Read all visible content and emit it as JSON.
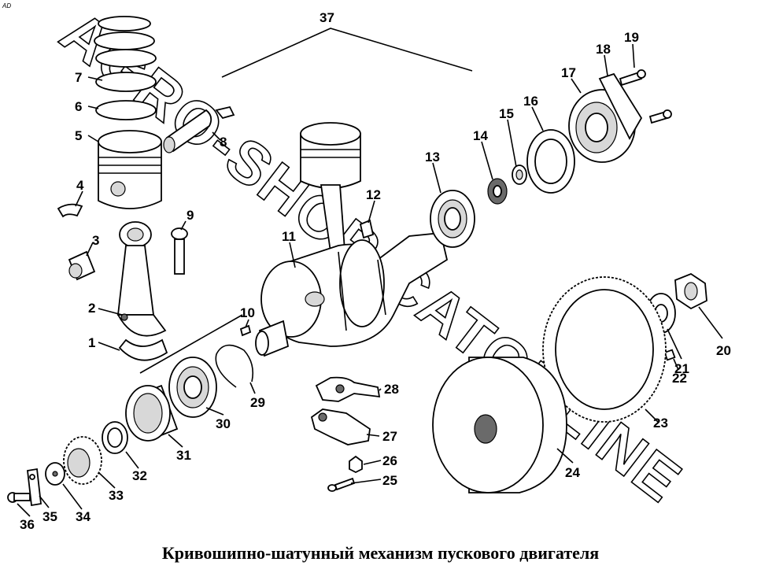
{
  "corner_mark": "AD",
  "watermark": "AGRO-SHOP-CATONLINE",
  "caption": "Кривошипно-шатунный механизм пускового двигателя",
  "callouts": [
    "1",
    "2",
    "3",
    "4",
    "5",
    "6",
    "7",
    "8",
    "9",
    "10",
    "11",
    "12",
    "13",
    "14",
    "15",
    "16",
    "17",
    "18",
    "19",
    "20",
    "21",
    "22",
    "23",
    "24",
    "25",
    "26",
    "27",
    "28",
    "29",
    "30",
    "31",
    "32",
    "33",
    "34",
    "35",
    "36",
    "37"
  ]
}
